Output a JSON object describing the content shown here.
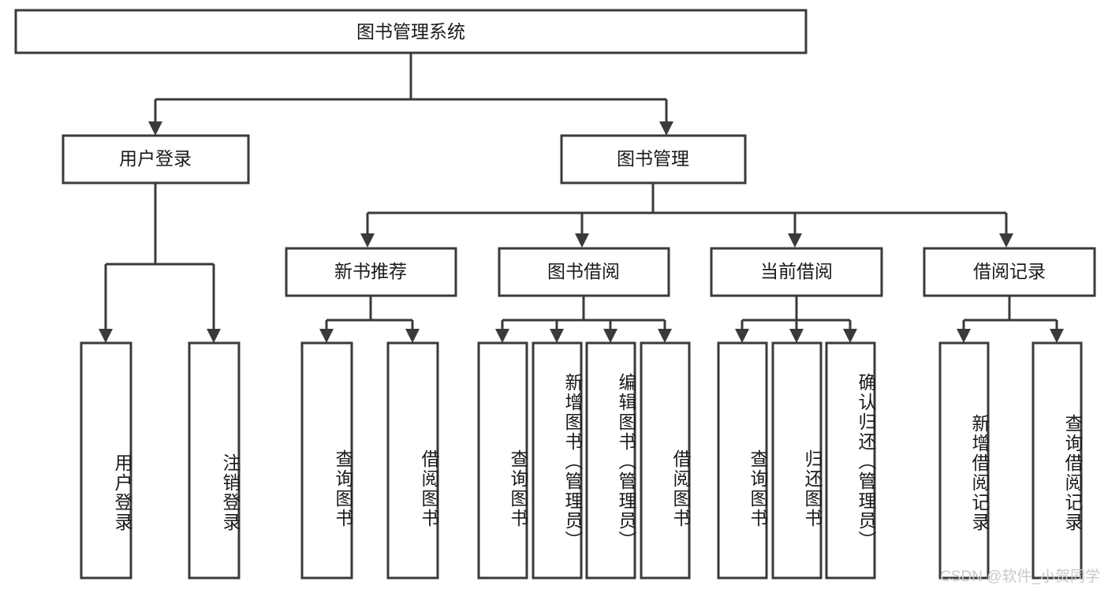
{
  "chart_data": {
    "type": "diagram",
    "title": "图书管理系统",
    "diagram_kind": "tree / hierarchy (功能结构图)",
    "orientation": "top-down",
    "levels": 4,
    "nodes": {
      "root": {
        "label": "图书管理系统",
        "level": 0,
        "orientation": "horizontal"
      },
      "l1": [
        {
          "label": "用户登录",
          "level": 1,
          "orientation": "horizontal"
        },
        {
          "label": "图书管理",
          "level": 1,
          "orientation": "horizontal"
        }
      ],
      "l2": [
        {
          "label": "新书推荐",
          "level": 2,
          "orientation": "horizontal"
        },
        {
          "label": "图书借阅",
          "level": 2,
          "orientation": "horizontal"
        },
        {
          "label": "当前借阅",
          "level": 2,
          "orientation": "horizontal"
        },
        {
          "label": "借阅记录",
          "level": 2,
          "orientation": "horizontal"
        }
      ],
      "leaves": [
        {
          "label": "用户登录",
          "parent": "用户登录",
          "orientation": "vertical"
        },
        {
          "label": "注销登录",
          "parent": "用户登录",
          "orientation": "vertical"
        },
        {
          "label": "查询图书",
          "parent": "新书推荐",
          "orientation": "vertical"
        },
        {
          "label": "借阅图书",
          "parent": "新书推荐",
          "orientation": "vertical"
        },
        {
          "label": "查询图书",
          "parent": "图书借阅",
          "orientation": "vertical"
        },
        {
          "label": "新增图书（管理员）",
          "parent": "图书借阅",
          "orientation": "vertical"
        },
        {
          "label": "编辑图书（管理员）",
          "parent": "图书借阅",
          "orientation": "vertical"
        },
        {
          "label": "借阅图书",
          "parent": "图书借阅",
          "orientation": "vertical"
        },
        {
          "label": "查询图书",
          "parent": "当前借阅",
          "orientation": "vertical"
        },
        {
          "label": "归还图书",
          "parent": "当前借阅",
          "orientation": "vertical"
        },
        {
          "label": "确认归还（管理员）",
          "parent": "当前借阅",
          "orientation": "vertical"
        },
        {
          "label": "新增借阅记录",
          "parent": "借阅记录",
          "orientation": "vertical"
        },
        {
          "label": "查询借阅记录",
          "parent": "借阅记录",
          "orientation": "vertical"
        }
      ]
    },
    "edges": [
      {
        "from": "图书管理系统",
        "to": "用户登录"
      },
      {
        "from": "图书管理系统",
        "to": "图书管理"
      },
      {
        "from": "用户登录",
        "to": "用户登录"
      },
      {
        "from": "用户登录",
        "to": "注销登录"
      },
      {
        "from": "图书管理",
        "to": "新书推荐"
      },
      {
        "from": "图书管理",
        "to": "图书借阅"
      },
      {
        "from": "图书管理",
        "to": "当前借阅"
      },
      {
        "from": "图书管理",
        "to": "借阅记录"
      },
      {
        "from": "新书推荐",
        "to": "查询图书"
      },
      {
        "from": "新书推荐",
        "to": "借阅图书"
      },
      {
        "from": "图书借阅",
        "to": "查询图书"
      },
      {
        "from": "图书借阅",
        "to": "新增图书（管理员）"
      },
      {
        "from": "图书借阅",
        "to": "编辑图书（管理员）"
      },
      {
        "from": "图书借阅",
        "to": "借阅图书"
      },
      {
        "from": "当前借阅",
        "to": "查询图书"
      },
      {
        "from": "当前借阅",
        "to": "归还图书"
      },
      {
        "from": "当前借阅",
        "to": "确认归还（管理员）"
      },
      {
        "from": "借阅记录",
        "to": "新增借阅记录"
      },
      {
        "from": "借阅记录",
        "to": "查询借阅记录"
      }
    ],
    "colors": {
      "box_fill": "#ffffff",
      "box_stroke": "#3a3a3a",
      "text": "#1a1a1a",
      "background": "#ffffff",
      "watermark": "#c9c9c9"
    }
  },
  "diagram": {
    "root": {
      "label": "图书管理系统"
    },
    "level1": {
      "user_login": {
        "label": "用户登录"
      },
      "book_manage": {
        "label": "图书管理"
      }
    },
    "level2": {
      "new_book": {
        "label": "新书推荐"
      },
      "book_borrow": {
        "label": "图书借阅"
      },
      "current_borrow": {
        "label": "当前借阅"
      },
      "borrow_record": {
        "label": "借阅记录"
      }
    },
    "leaves": {
      "user_login_1": {
        "label": "用户登录"
      },
      "user_login_2": {
        "label": "注销登录"
      },
      "new_book_1": {
        "label": "查询图书"
      },
      "new_book_2": {
        "label": "借阅图书"
      },
      "book_borrow_1": {
        "label": "查询图书"
      },
      "book_borrow_2": {
        "label": "新增图书（管理员）"
      },
      "book_borrow_3": {
        "label": "编辑图书（管理员）"
      },
      "book_borrow_4": {
        "label": "借阅图书"
      },
      "current_borrow_1": {
        "label": "查询图书"
      },
      "current_borrow_2": {
        "label": "归还图书"
      },
      "current_borrow_3": {
        "label": "确认归还（管理员）"
      },
      "borrow_record_1": {
        "label": "新增借阅记录"
      },
      "borrow_record_2": {
        "label": "查询借阅记录"
      }
    }
  },
  "watermark": {
    "text": "CSDN @软件_小贺同学"
  }
}
